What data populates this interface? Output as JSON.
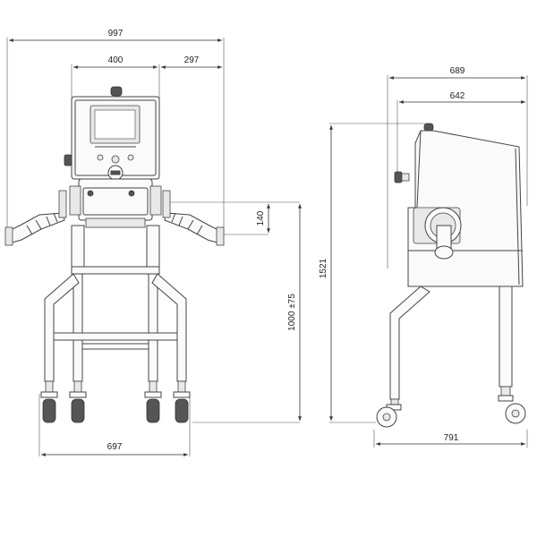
{
  "dimensions": {
    "front_total_width": "997",
    "front_body_width": "400",
    "front_pipe_offset": "297",
    "front_pipe_height": "140",
    "front_pass_height": "1000 ±75",
    "front_base_width": "697",
    "side_total_depth": "689",
    "side_body_depth": "642",
    "side_total_height": "1521",
    "side_base_depth": "791"
  }
}
